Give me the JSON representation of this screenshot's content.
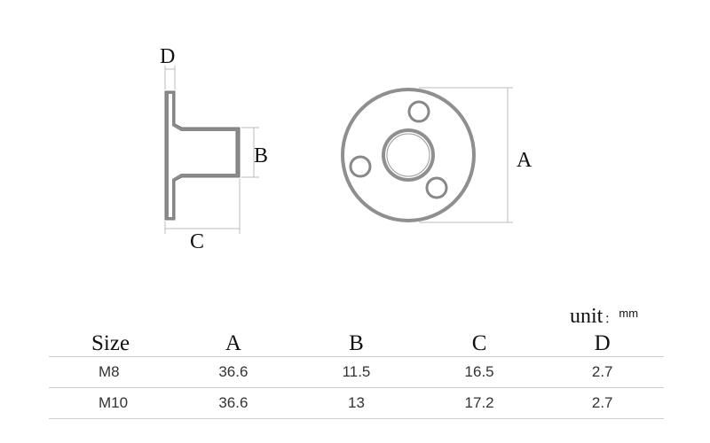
{
  "diagram": {
    "labels": {
      "side_top": "D",
      "side_right": "B",
      "side_bottom": "C",
      "front_right": "A"
    }
  },
  "table": {
    "unit_label": "unit",
    "unit_sep": "：",
    "unit_value": "mm",
    "headers": [
      "Size",
      "A",
      "B",
      "C",
      "D"
    ],
    "rows": [
      [
        "M8",
        "36.6",
        "11.5",
        "16.5",
        "2.7"
      ],
      [
        "M10",
        "36.6",
        "13",
        "17.2",
        "2.7"
      ]
    ]
  }
}
